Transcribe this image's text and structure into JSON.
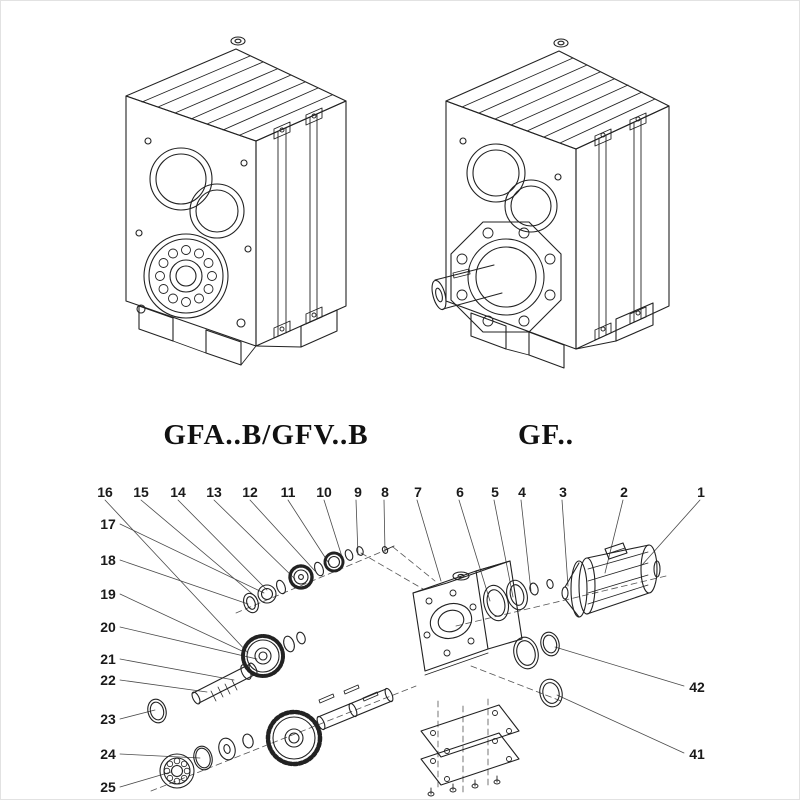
{
  "models": {
    "left_label": "GFA..B/GFV..B",
    "right_label": "GF.."
  },
  "callouts": {
    "top": [
      "16",
      "15",
      "14",
      "13",
      "12",
      "11",
      "10",
      "9",
      "8",
      "7",
      "6",
      "5",
      "4",
      "3",
      "2",
      "1"
    ],
    "left": [
      "17",
      "18",
      "19",
      "20",
      "21",
      "22",
      "23",
      "24",
      "25"
    ],
    "right": [
      "42",
      "41"
    ]
  },
  "colors": {
    "line": "#222222",
    "leader": "#4a4a4a",
    "background": "#ffffff"
  }
}
